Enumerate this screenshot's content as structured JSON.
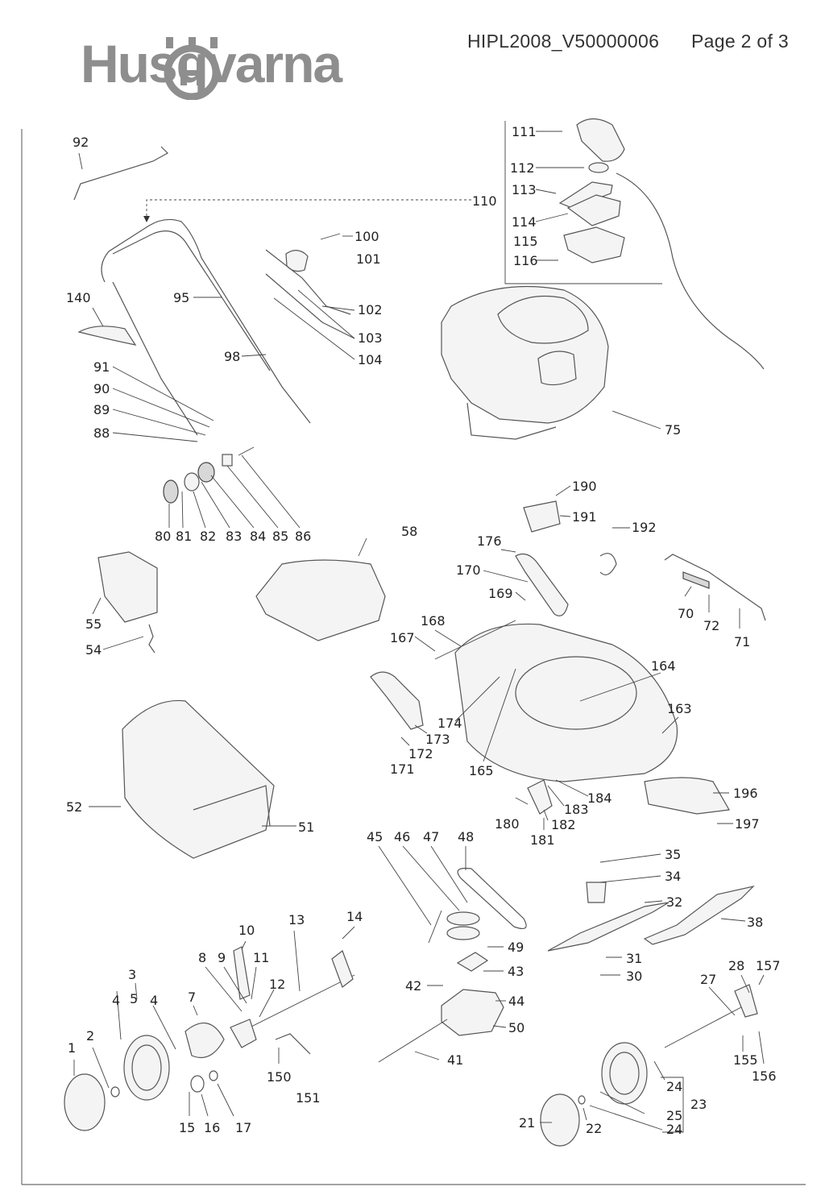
{
  "header": {
    "brand": "Husqvarna",
    "doc_id": "HIPL2008_V50000006",
    "page": "Page 2 of 3"
  },
  "labels": [
    {
      "id": "92",
      "text": "92"
    },
    {
      "id": "111",
      "text": "111"
    },
    {
      "id": "112",
      "text": "112"
    },
    {
      "id": "113",
      "text": "113"
    },
    {
      "id": "110",
      "text": "110"
    },
    {
      "id": "114",
      "text": "114"
    },
    {
      "id": "115",
      "text": "115"
    },
    {
      "id": "116",
      "text": "116"
    },
    {
      "id": "100",
      "text": "100"
    },
    {
      "id": "101",
      "text": "101"
    },
    {
      "id": "140",
      "text": "140"
    },
    {
      "id": "95",
      "text": "95"
    },
    {
      "id": "102",
      "text": "102"
    },
    {
      "id": "103",
      "text": "103"
    },
    {
      "id": "98",
      "text": "98"
    },
    {
      "id": "104",
      "text": "104"
    },
    {
      "id": "91",
      "text": "91"
    },
    {
      "id": "90",
      "text": "90"
    },
    {
      "id": "89",
      "text": "89"
    },
    {
      "id": "88",
      "text": "88"
    },
    {
      "id": "75",
      "text": "75"
    },
    {
      "id": "80",
      "text": "80"
    },
    {
      "id": "81",
      "text": "81"
    },
    {
      "id": "82",
      "text": "82"
    },
    {
      "id": "83",
      "text": "83"
    },
    {
      "id": "84",
      "text": "84"
    },
    {
      "id": "85",
      "text": "85"
    },
    {
      "id": "86",
      "text": "86"
    },
    {
      "id": "190",
      "text": "190"
    },
    {
      "id": "191",
      "text": "191"
    },
    {
      "id": "58",
      "text": "58"
    },
    {
      "id": "176",
      "text": "176"
    },
    {
      "id": "192",
      "text": "192"
    },
    {
      "id": "170",
      "text": "170"
    },
    {
      "id": "169",
      "text": "169"
    },
    {
      "id": "55",
      "text": "55"
    },
    {
      "id": "70",
      "text": "70"
    },
    {
      "id": "72",
      "text": "72"
    },
    {
      "id": "71",
      "text": "71"
    },
    {
      "id": "168",
      "text": "168"
    },
    {
      "id": "167",
      "text": "167"
    },
    {
      "id": "54",
      "text": "54"
    },
    {
      "id": "164",
      "text": "164"
    },
    {
      "id": "163",
      "text": "163"
    },
    {
      "id": "174",
      "text": "174"
    },
    {
      "id": "173",
      "text": "173"
    },
    {
      "id": "172",
      "text": "172"
    },
    {
      "id": "171",
      "text": "171"
    },
    {
      "id": "165",
      "text": "165"
    },
    {
      "id": "52",
      "text": "52"
    },
    {
      "id": "196",
      "text": "196"
    },
    {
      "id": "184",
      "text": "184"
    },
    {
      "id": "183",
      "text": "183"
    },
    {
      "id": "180",
      "text": "180"
    },
    {
      "id": "182",
      "text": "182"
    },
    {
      "id": "197",
      "text": "197"
    },
    {
      "id": "51",
      "text": "51"
    },
    {
      "id": "181",
      "text": "181"
    },
    {
      "id": "45",
      "text": "45"
    },
    {
      "id": "46",
      "text": "46"
    },
    {
      "id": "47",
      "text": "47"
    },
    {
      "id": "48",
      "text": "48"
    },
    {
      "id": "35",
      "text": "35"
    },
    {
      "id": "34",
      "text": "34"
    },
    {
      "id": "13",
      "text": "13"
    },
    {
      "id": "14",
      "text": "14"
    },
    {
      "id": "10",
      "text": "10"
    },
    {
      "id": "32",
      "text": "32"
    },
    {
      "id": "38",
      "text": "38"
    },
    {
      "id": "49",
      "text": "49"
    },
    {
      "id": "8",
      "text": "8"
    },
    {
      "id": "9",
      "text": "9"
    },
    {
      "id": "11",
      "text": "11"
    },
    {
      "id": "31",
      "text": "31"
    },
    {
      "id": "3",
      "text": "3"
    },
    {
      "id": "43",
      "text": "43"
    },
    {
      "id": "28",
      "text": "28"
    },
    {
      "id": "157",
      "text": "157"
    },
    {
      "id": "30",
      "text": "30"
    },
    {
      "id": "12",
      "text": "12"
    },
    {
      "id": "27",
      "text": "27"
    },
    {
      "id": "42",
      "text": "42"
    },
    {
      "id": "4a",
      "text": "4"
    },
    {
      "id": "5",
      "text": "5"
    },
    {
      "id": "4b",
      "text": "4"
    },
    {
      "id": "7",
      "text": "7"
    },
    {
      "id": "44",
      "text": "44"
    },
    {
      "id": "50",
      "text": "50"
    },
    {
      "id": "1",
      "text": "1"
    },
    {
      "id": "2",
      "text": "2"
    },
    {
      "id": "41",
      "text": "41"
    },
    {
      "id": "155",
      "text": "155"
    },
    {
      "id": "150",
      "text": "150"
    },
    {
      "id": "156",
      "text": "156"
    },
    {
      "id": "24a",
      "text": "24"
    },
    {
      "id": "151",
      "text": "151"
    },
    {
      "id": "23",
      "text": "23"
    },
    {
      "id": "25",
      "text": "25"
    },
    {
      "id": "21",
      "text": "21"
    },
    {
      "id": "15",
      "text": "15"
    },
    {
      "id": "16",
      "text": "16"
    },
    {
      "id": "17",
      "text": "17"
    },
    {
      "id": "22",
      "text": "22"
    },
    {
      "id": "24b",
      "text": "24"
    }
  ]
}
